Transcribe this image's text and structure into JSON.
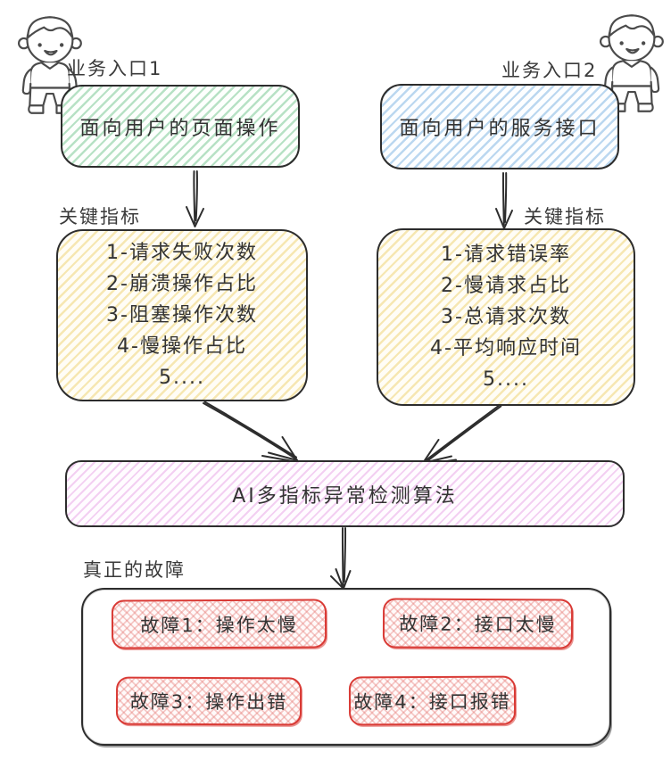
{
  "entry1": {
    "label": "业务入口1",
    "box_text": "面向用户的页面操作"
  },
  "entry2": {
    "label": "业务入口2",
    "box_text": "面向用户的服务接口"
  },
  "metrics_left": {
    "label": "关键指标",
    "items": [
      "1-请求失败次数",
      "2-崩溃操作占比",
      "3-阻塞操作次数",
      "4-慢操作占比",
      "5...."
    ]
  },
  "metrics_right": {
    "label": "关键指标",
    "items": [
      "1-请求错误率",
      "2-慢请求占比",
      "3-总请求次数",
      "4-平均响应时间",
      "5...."
    ]
  },
  "algorithm": {
    "text": "AI多指标异常检测算法"
  },
  "faults": {
    "label": "真正的故障",
    "items": [
      "故障1：操作太慢",
      "故障2：接口太慢",
      "故障3：操作出错",
      "故障4：接口报错"
    ]
  },
  "icons": {
    "left": "boy-user-icon",
    "right": "boy-user-icon"
  },
  "colors": {
    "entry1_fill": "#7ec997",
    "entry2_fill": "#7ab1e0",
    "metrics_fill": "#eccc60",
    "algorithm_fill": "#e499e2",
    "fault_fill": "#e57873",
    "fault_border": "#d93a35",
    "stroke": "#2d2d2d"
  }
}
